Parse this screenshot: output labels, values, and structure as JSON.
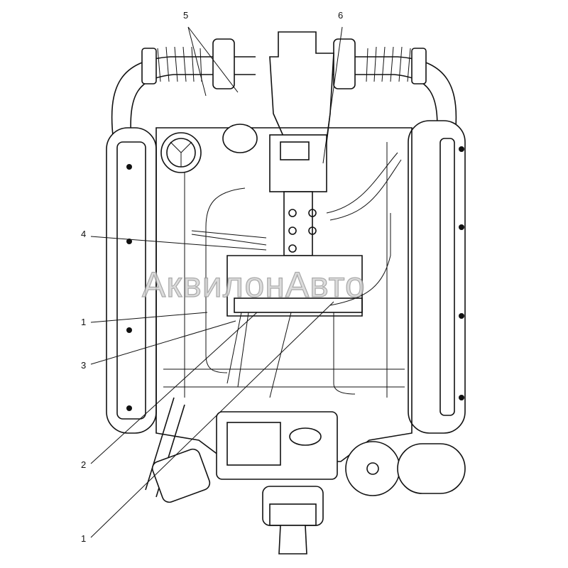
{
  "diagram": {
    "watermark": "АквилонАвто",
    "callouts": [
      {
        "id": "c5",
        "label": "5"
      },
      {
        "id": "c6",
        "label": "6"
      },
      {
        "id": "c4",
        "label": "4"
      },
      {
        "id": "c1a",
        "label": "1"
      },
      {
        "id": "c3",
        "label": "3"
      },
      {
        "id": "c2",
        "label": "2"
      },
      {
        "id": "c1b",
        "label": "1"
      }
    ]
  }
}
